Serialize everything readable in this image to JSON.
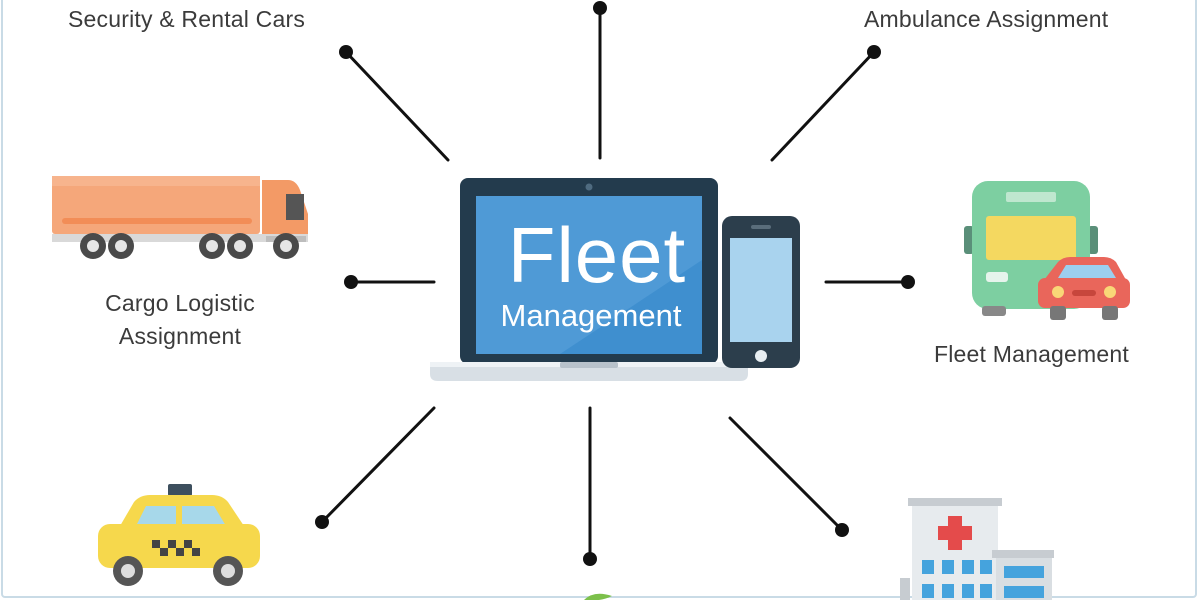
{
  "labels": {
    "security_rental": "Security & Rental Cars",
    "ambulance": "Ambulance Assignment",
    "cargo": "Cargo Logistic Assignment",
    "fleet": "Fleet Management"
  },
  "screen": {
    "title_line1": "Fleet",
    "title_line2": "Management"
  },
  "colors": {
    "connector": "#111111",
    "screen_blue": "#3f8fcf",
    "laptop_bezel": "#233b4d",
    "truck_orange": "#f5a77a",
    "bus_green": "#7dcfa1",
    "bus_yellow": "#f4d860",
    "car_red": "#e9665b",
    "taxi_yellow": "#f6d84c",
    "hospital_blue": "#45a3dd",
    "cross_red": "#e44b4b"
  },
  "icons": [
    "truck-icon",
    "bus-icon",
    "car-icon",
    "taxi-icon",
    "hospital-icon",
    "leaf-icon",
    "laptop-icon",
    "smartphone-icon"
  ]
}
